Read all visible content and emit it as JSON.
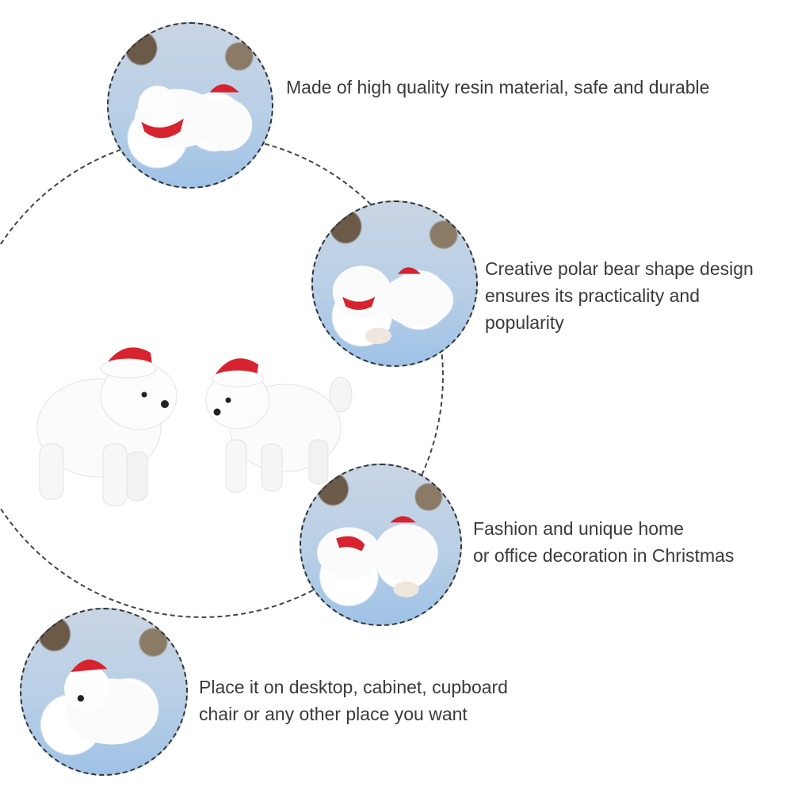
{
  "features": [
    {
      "lines": [
        "Made of high quality resin material, safe and durable"
      ]
    },
    {
      "lines": [
        "Creative polar bear shape design",
        "ensures its practicality and",
        "popularity"
      ]
    },
    {
      "lines": [
        "Fashion and unique home",
        "or office decoration in Christmas"
      ]
    },
    {
      "lines": [
        "Place it on desktop, cabinet, cupboard",
        "chair or any other place you want"
      ]
    }
  ],
  "colors": {
    "hat_red": "#d6232f",
    "bear_white": "#fbfbfb",
    "text": "#3a3a3a",
    "dashed_line": "#444444",
    "photo_background": "#b8cfe6"
  },
  "icons": [
    "polar-bear-figurine",
    "santa-hat",
    "red-scarf"
  ]
}
